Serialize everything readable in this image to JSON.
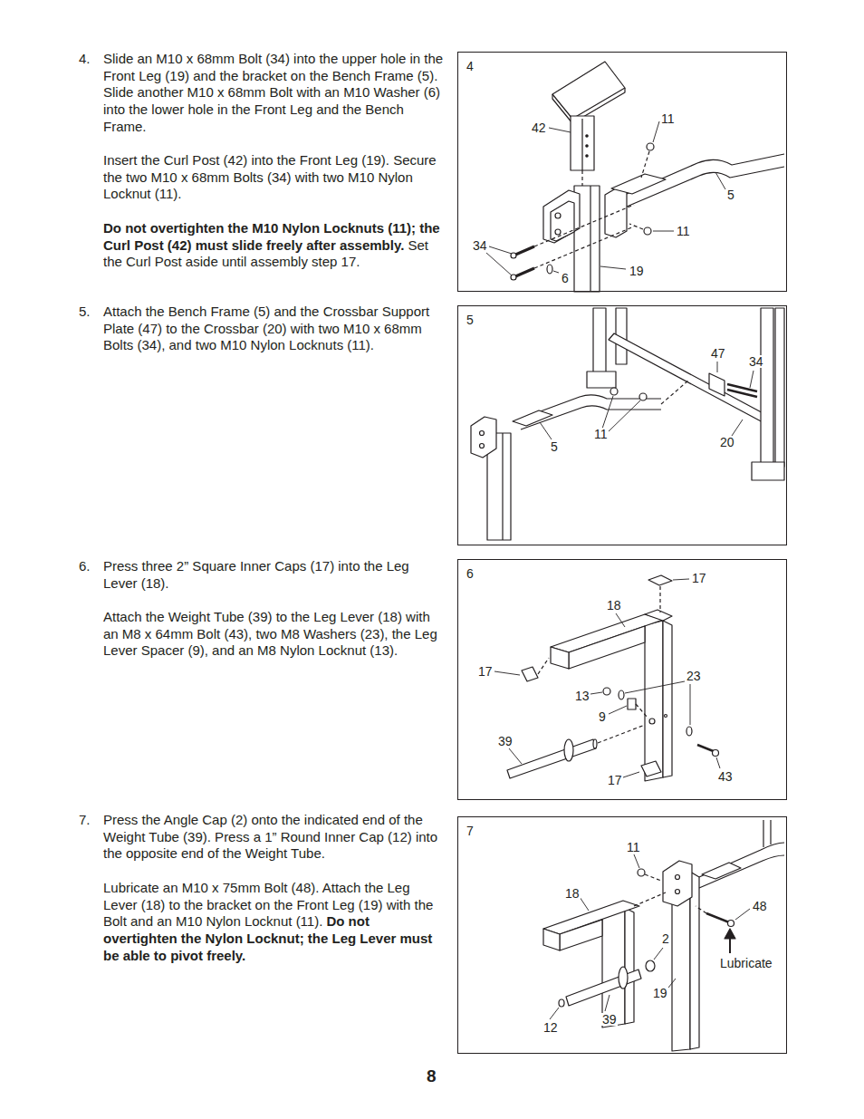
{
  "diagram": {
    "nodes": [
      {
        "text": [
          "4"
        ]
      },
      {
        "text": [
          "5"
        ]
      },
      {
        "text": [
          "6"
        ]
      },
      {
        "text": [
          "7"
        ]
      }
    ],
    "labels": [
      "4.",
      "Slide an M10 x 68mm Bolt (34) into the upper hole in the Front Leg (19) and the bracket on the Bench Frame (5). Slide another M10 x 68mm Bolt with an M10 Washer (6) into the lower hole in the Front Leg and the Bench Frame.",
      "Insert the Curl Post (42) into the Front Leg (19). Secure the two M10 x 68mm Bolts (34) with two M10 Nylon Locknut (11).",
      "Do not overtighten the M10 Nylon Locknuts (11); the Curl Post (42) must slide freely after assembly.",
      "Set the Curl Post aside until assembly step 17.",
      "5.",
      "Attach the Bench Frame (5) and the Crossbar Support Plate (47) to the Crossbar (20) with two M10 x 68mm Bolts (34), and two M10 Nylon Locknuts (11).",
      "6.",
      "Press three 2” Square Inner Caps (17) into the Leg Lever (18).",
      "Attach the Weight Tube (39) to the Leg Lever (18) with an M8 x 64mm Bolt (43), two M8 Washers (23), the Leg Lever Spacer (9), and an M8 Nylon Locknut (13).",
      "7.",
      "Press the Angle Cap (2) onto the indicated end of the Weight Tube (39). Press a 1” Round Inner Cap (12) into the opposite end of the Weight Tube.",
      "Lubricate an M10 x 75mm Bolt (48). Attach the Leg Lever (18) to the bracket on the Front Leg (19) with the Bolt and an M10 Nylon Locknut (11).",
      "Do not overtighten the Nylon Locknut; the Leg Lever must be able to pivot freely.",
      "42",
      "11",
      "5",
      "11",
      "34",
      "6",
      "19",
      "47",
      "34",
      "5",
      "11",
      "20",
      "18",
      "17",
      "17",
      "23",
      "13",
      "9",
      "39",
      "17",
      "43",
      "11",
      "18",
      "48",
      "2",
      "Lubricate",
      "19",
      "12",
      "39",
      "8"
    ]
  }
}
